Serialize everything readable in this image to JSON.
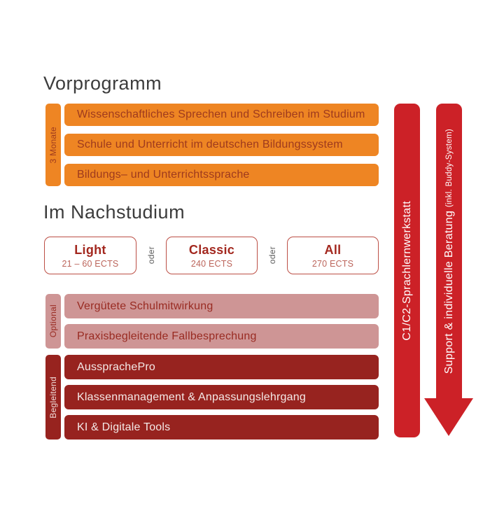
{
  "headings": {
    "vorprogramm": "Vorprogramm",
    "nachstudium": "Im Nachstudium"
  },
  "vorprogramm_section": {
    "side_label": "3 Monate",
    "items": [
      "Wissenschaftliches Sprechen und Schreiben im Studium",
      "Schule und Unterricht im deutschen Bildungssystem",
      "Bildungs– und Unterrichtssprache"
    ]
  },
  "nachstudium_options": {
    "separator": "oder",
    "options": [
      {
        "name": "Light",
        "ects": "21 – 60 ECTS"
      },
      {
        "name": "Classic",
        "ects": "240 ECTS"
      },
      {
        "name": "All",
        "ects": "270 ECTS"
      }
    ]
  },
  "optional_section": {
    "side_label": "Optional",
    "items": [
      "Vergütete Schulmitwirkung",
      "Praxisbegleitende Fallbesprechung"
    ]
  },
  "begleitend_section": {
    "side_label": "Begleitend",
    "items": [
      "AussprachePro",
      "Klassenmanagement & Anpassungslehrgang",
      "KI & Digitale Tools"
    ]
  },
  "vertical_bars": {
    "sprachlernwerkstatt": "C1/C2-Sprachlernwerkstatt",
    "support": "Support & individuelle Beratung",
    "support_note": "(inkl. Buddy-System)"
  },
  "colors": {
    "orange": "#EE8523",
    "orange_text": "#9E3A1E",
    "pink": "#CE9595",
    "pink_text": "#992B22",
    "dark_red": "#97231F",
    "dark_red_text": "#F4E9E7",
    "bright_red": "#CC2127",
    "heading_text": "#3C3C3C",
    "box_border": "#BC4F45",
    "box_title": "#A3281F",
    "box_subtitle": "#BC655B",
    "oder_text": "#5C5C5C"
  }
}
